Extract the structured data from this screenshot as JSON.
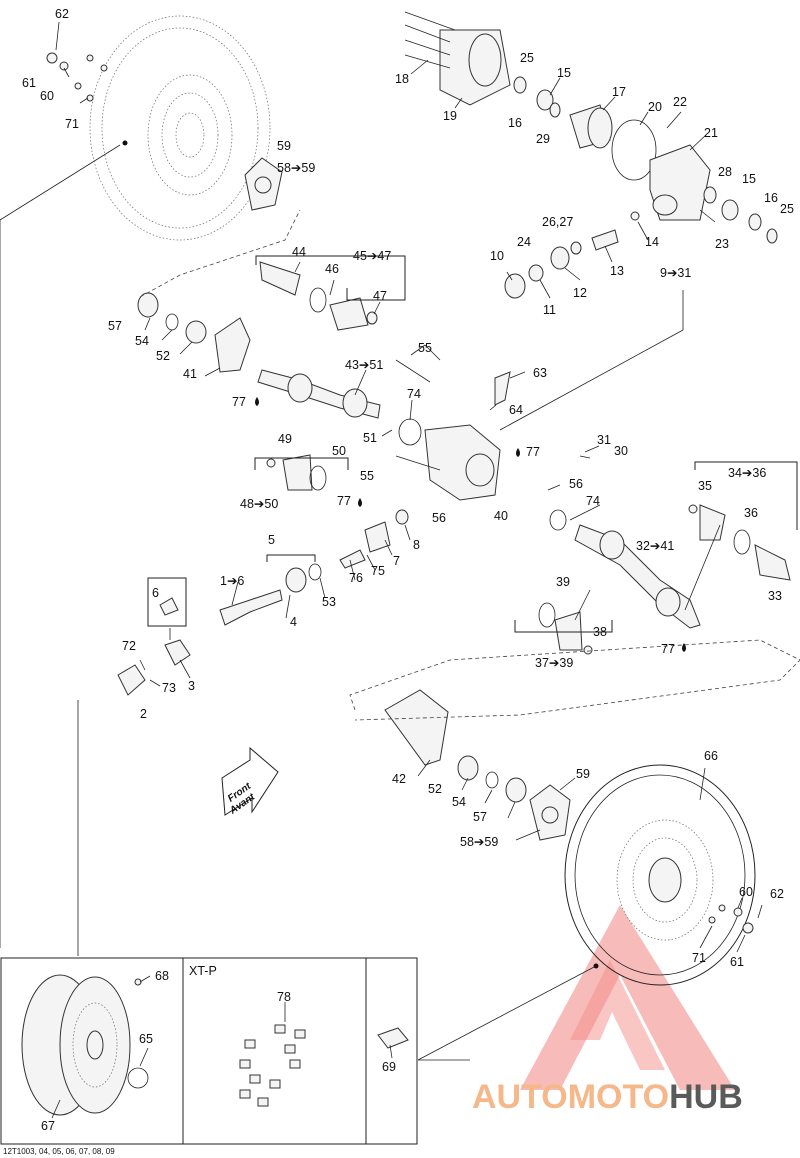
{
  "labels": {
    "l62a": "62",
    "l61a": "61",
    "l60a": "60",
    "l71a": "71",
    "l59a": "59",
    "l58a": "58➔59",
    "l18": "18",
    "l19": "19",
    "l25a": "25",
    "l15a": "15",
    "l17": "17",
    "l16a": "16",
    "l29": "29",
    "l20": "20",
    "l22": "22",
    "l21": "21",
    "l28": "28",
    "l15b": "15",
    "l16b": "16",
    "l25b": "25",
    "l23": "23",
    "l14": "14",
    "l2627": "26,27",
    "l24": "24",
    "l10": "10",
    "l12": "12",
    "l11": "11",
    "l13": "13",
    "l931": "9➔31",
    "l44": "44",
    "l46": "46",
    "l4547": "45➔47",
    "l47": "47",
    "l57a": "57",
    "l54a": "54",
    "l52a": "52",
    "l41": "41",
    "l4351": "43➔51",
    "l55a": "55",
    "l63": "63",
    "l77a": "77",
    "l74a": "74",
    "l64": "64",
    "l51": "51",
    "l49": "49",
    "l50": "50",
    "l77b": "77",
    "l4850": "48➔50",
    "l55b": "55",
    "l31": "31",
    "l30": "30",
    "l56a": "56",
    "l56b": "56",
    "l74b": "74",
    "l40": "40",
    "l77c": "77",
    "l8": "8",
    "l7": "7",
    "l75": "75",
    "l76": "76",
    "l5": "5",
    "l53": "53",
    "l4": "4",
    "l16": "1➔6",
    "l6": "6",
    "l72": "72",
    "l73": "73",
    "l3": "3",
    "l2": "2",
    "l3436": "34➔36",
    "l35": "35",
    "l36": "36",
    "l33": "33",
    "l3241": "32➔41",
    "l39": "39",
    "l38": "38",
    "l3739": "37➔39",
    "l77d": "77",
    "l66": "66",
    "l59b": "59",
    "l42": "42",
    "l52b": "52",
    "l54b": "54",
    "l57b": "57",
    "l58b": "58➔59",
    "l60b": "60",
    "l62b": "62",
    "l71b": "71",
    "l61b": "61",
    "l68": "68",
    "l65": "65",
    "l67": "67",
    "l78": "78",
    "l69": "69"
  },
  "direction_arrow": {
    "line1": "Front",
    "line2": "Avant"
  },
  "panel_xtp": {
    "title": "XT-P"
  },
  "watermark": {
    "part1": "AUTO",
    "part2": "MOTO",
    "part3": "HUB",
    "color_light": "#f5b88a",
    "color_dark": "#5a5a5a",
    "logo_color": "#e8302a"
  },
  "caption": "12T1003, 04, 05, 06, 07, 08, 09"
}
